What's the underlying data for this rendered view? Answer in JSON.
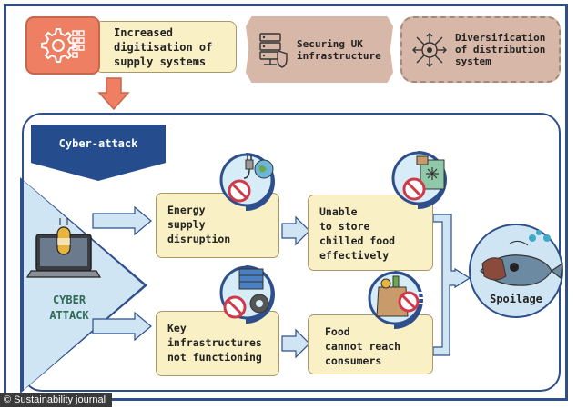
{
  "top_row": {
    "digitisation_label": "Increased\ndigitisation of\nsupply systems",
    "securing_label": "Securing UK\ninfrastructure",
    "diversification_label": "Diversification\nof distribution\nsystem"
  },
  "banner": {
    "title": "Cyber-attack"
  },
  "attack": {
    "label": "CYBER\nATTACK"
  },
  "stages": {
    "energy": "Energy\nsupply\ndisruption",
    "infrastructure": "Key\ninfrastructures\nnot functioning",
    "chilled": "Unable\nto store\nchilled food\neffectively",
    "food": "Food\ncannot reach\nconsumers"
  },
  "outcome": {
    "label": "Spoilage"
  },
  "credit": {
    "text": "© Sustainability journal"
  },
  "colors": {
    "frame": "#2f4f8c",
    "banner": "#254c8c",
    "box_fill": "#faf0c6",
    "accent_orange": "#ee7f62",
    "attack_fill": "#cfe5f4",
    "flow_arrow": "#cfe5f4"
  },
  "icons": [
    "circuit-gear-icon",
    "server-shield-icon",
    "network-hub-icon",
    "laptop-bug-icon",
    "plug-globe-icon",
    "factory-gear-icon",
    "fridge-icon",
    "food-bag-icon",
    "rotten-fish-icon",
    "no-entry-icon"
  ]
}
